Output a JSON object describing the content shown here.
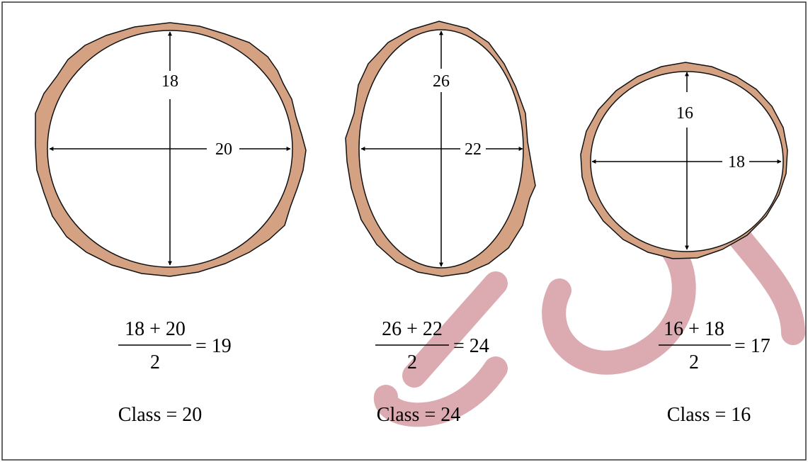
{
  "colors": {
    "bark": "#d4a282",
    "outline": "#111111",
    "watermark": "#d9a3aa",
    "frame": "#333333"
  },
  "logs": [
    {
      "vertical_diameter": "18",
      "horizontal_diameter": "20",
      "equation": {
        "numerator": "18 + 20",
        "denominator": "2",
        "result": "= 19"
      },
      "class_label": "Class = 20"
    },
    {
      "vertical_diameter": "26",
      "horizontal_diameter": "22",
      "equation": {
        "numerator": "26 + 22",
        "denominator": "2",
        "result": "= 24"
      },
      "class_label": "Class = 24"
    },
    {
      "vertical_diameter": "16",
      "horizontal_diameter": "18",
      "equation": {
        "numerator": "16 + 18",
        "denominator": "2",
        "result": "= 17"
      },
      "class_label": "Class = 16"
    }
  ]
}
